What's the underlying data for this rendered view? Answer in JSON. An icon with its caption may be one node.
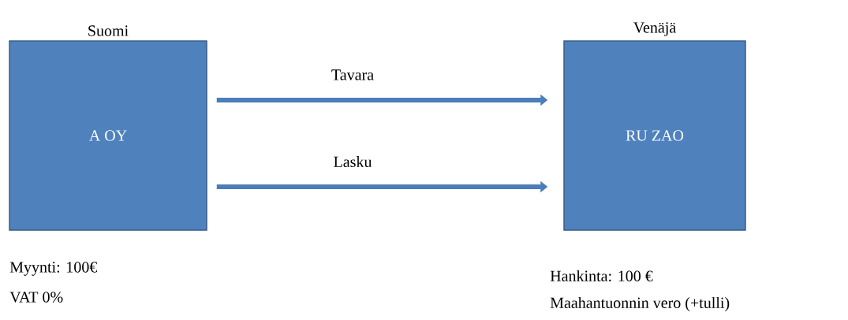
{
  "diagram": {
    "nodes": [
      {
        "text": [
          "Suomi",
          "A OY"
        ],
        "beside": [
          "Myynti: 100€",
          "VAT 0%"
        ]
      },
      {
        "text": [
          "Venäjä",
          "RU ZAO"
        ],
        "beside": [
          "Hankinta: 100 €",
          "Maahantuonnin vero (+tulli)"
        ]
      }
    ],
    "edges": [
      {
        "from": 0,
        "to": 1,
        "arrow": "to",
        "label": "Tavara"
      },
      {
        "from": 0,
        "to": 1,
        "arrow": "to",
        "label": "Lasku"
      }
    ]
  }
}
